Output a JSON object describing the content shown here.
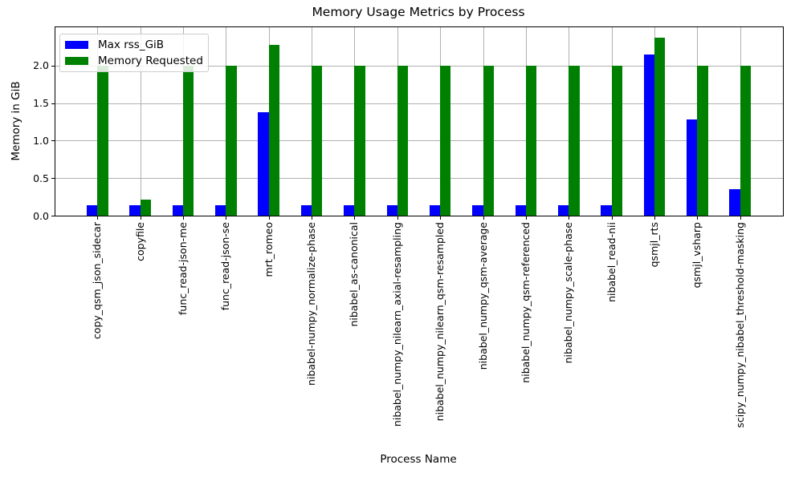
{
  "chart_data": {
    "type": "bar",
    "title": "Memory Usage Metrics by Process",
    "xlabel": "Process Name",
    "ylabel": "Memory in GiB",
    "ylim": [
      0,
      2.52
    ],
    "yticks": [
      0.0,
      0.5,
      1.0,
      1.5,
      2.0
    ],
    "grid": true,
    "legend_position": "upper left",
    "colors": {
      "grid": "#b0b0b0",
      "spine": "#000000",
      "background": "#ffffff"
    },
    "categories": [
      "copy_qsm_json_sidecar",
      "copyfile",
      "func_read-json-me",
      "func_read-json-se",
      "mrt_romeo",
      "nibabel-numpy_normalize-phase",
      "nibabel_as-canonical",
      "nibabel_numpy_nilearn_axial-resampling",
      "nibabel_numpy_nilearn_qsm-resampled",
      "nibabel_numpy_qsm-average",
      "nibabel_numpy_qsm-referenced",
      "nibabel_numpy_scale-phase",
      "nibabel_read-nii",
      "qsmjl_rts",
      "qsmjl_vsharp",
      "scipy_numpy_nibabel_threshold-masking"
    ],
    "series": [
      {
        "name": "Max rss_GiB",
        "color": "#0000ff",
        "values": [
          0.14,
          0.14,
          0.14,
          0.14,
          1.38,
          0.14,
          0.14,
          0.14,
          0.14,
          0.14,
          0.14,
          0.14,
          0.14,
          2.15,
          1.28,
          0.35
        ]
      },
      {
        "name": "Memory Requested",
        "color": "#008000",
        "values": [
          2.0,
          0.21,
          2.0,
          2.0,
          2.27,
          2.0,
          2.0,
          2.0,
          2.0,
          2.0,
          2.0,
          2.0,
          2.0,
          2.37,
          2.0,
          2.0
        ]
      }
    ]
  }
}
